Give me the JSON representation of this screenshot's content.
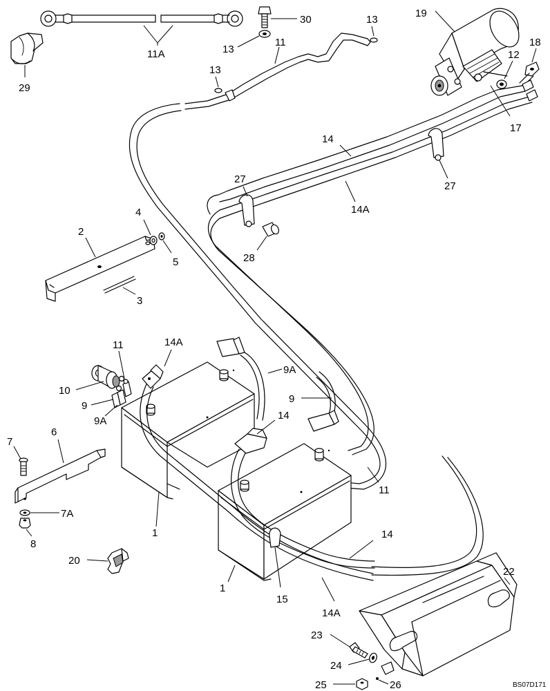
{
  "diagram": {
    "reference_code": "BS07D171",
    "callouts": {
      "c1a": "1",
      "c1b": "1",
      "c2": "2",
      "c3": "3",
      "c4": "4",
      "c5": "5",
      "c6": "6",
      "c7": "7",
      "c7A": "7A",
      "c8": "8",
      "c9": "9",
      "c9A_cable": "9A",
      "c9_terminal": "9",
      "c9A_terminal": "9A",
      "c10": "10",
      "c11_top": "11",
      "c11_switch": "11",
      "c11_lower": "11",
      "c11A": "11A",
      "c12": "12",
      "c13_left": "13",
      "c13_mid": "13",
      "c13_right": "13",
      "c14_top": "14",
      "c14_battery": "14",
      "c14_bottom": "14",
      "c14A_top": "14A",
      "c14A_battery": "14A",
      "c14A_bottom": "14A",
      "c15": "15",
      "c17": "17",
      "c18": "18",
      "c19": "19",
      "c20": "20",
      "c22": "22",
      "c23": "23",
      "c24": "24",
      "c25": "25",
      "c26": "26",
      "c27_left": "27",
      "c27_right": "27",
      "c28": "28",
      "c29": "29",
      "c30": "30"
    }
  }
}
